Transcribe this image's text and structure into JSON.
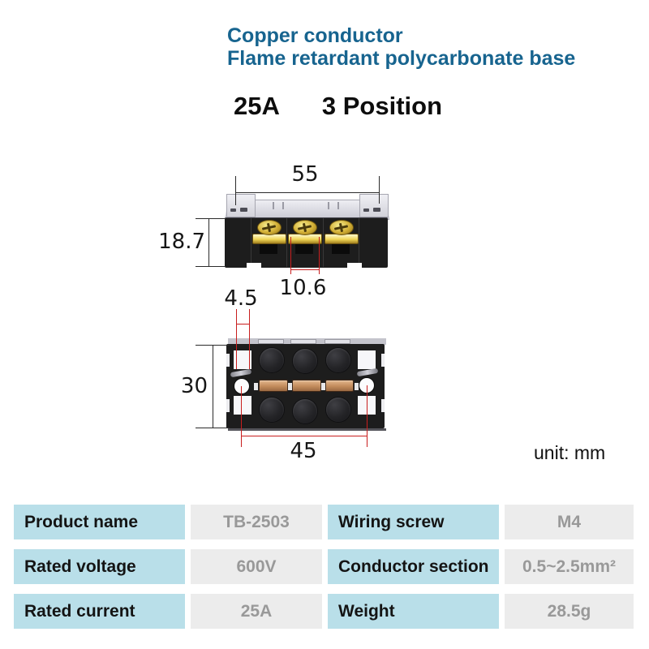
{
  "header": {
    "line1": "Copper conductor",
    "line2": "Flame retardant polycarbonate base",
    "current_rating": "25A",
    "position_count": "3 Position"
  },
  "diagrams": {
    "unit_note": "unit: mm",
    "front_view": {
      "overall_width_mm": "55",
      "height_mm": "18.7",
      "terminal_width_mm": "10.6"
    },
    "top_view": {
      "mount_slot_mm": "4.5",
      "depth_mm": "30",
      "mount_hole_span_mm": "45"
    }
  },
  "spec_table": {
    "cells": [
      {
        "label": "Product name",
        "value": "TB-2503"
      },
      {
        "label": "Wiring screw",
        "value": "M4"
      },
      {
        "label": "Rated voltage",
        "value": "600V"
      },
      {
        "label": "Conductor section",
        "value": "0.5~2.5mm²"
      },
      {
        "label": "Rated current",
        "value": "25A"
      },
      {
        "label": "Weight",
        "value": "28.5g"
      }
    ]
  },
  "colors": {
    "heading": "#17648f",
    "dimension_red": "#c81e1e",
    "body_black": "#1d1d1d",
    "gold_screw": "#e6c94a",
    "copper_strip": "#c68f60",
    "table_label_bg": "#b9dfe9",
    "table_value_bg": "#ececec",
    "table_value_text": "#999999"
  }
}
